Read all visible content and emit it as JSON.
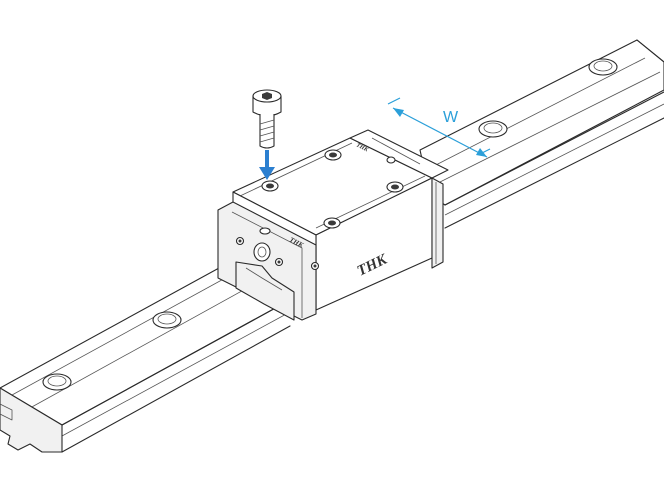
{
  "dimension": {
    "label": "W",
    "color": "#2b9fd9"
  },
  "logo": {
    "front": "THK",
    "end_plate": "THK",
    "top_plate": "THK"
  },
  "insert_arrow": {
    "color": "#2b7fd0"
  },
  "icons": {
    "bolt": "socket-cap-bolt-icon",
    "arrow": "arrow-down-icon"
  }
}
